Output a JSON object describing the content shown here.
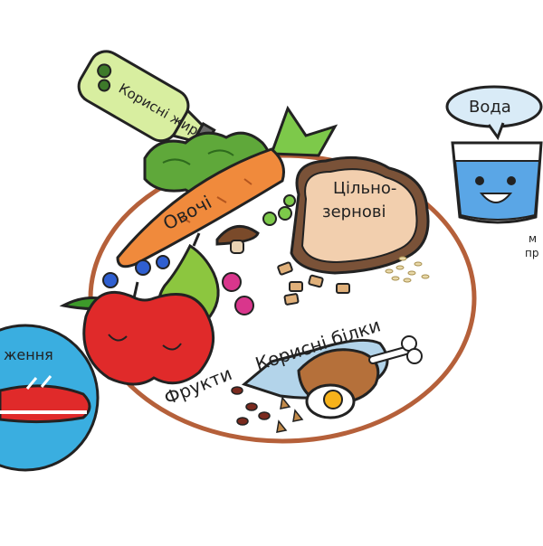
{
  "labels": {
    "healthy_fats": "Корисні жири",
    "vegetables": "Овочі",
    "whole_grains_line1": "Цільно-",
    "whole_grains_line2": "зернові",
    "fruits": "Фрукти",
    "healthy_proteins": "Корисні білки",
    "water": "Вода",
    "activity_fragment": "ження",
    "cut_fragment_1": "м",
    "cut_fragment_2": "пр"
  },
  "colors": {
    "outline": "#222222",
    "plate_rim": "#b5603a",
    "carrot": "#f08a3c",
    "leaf_green": "#5fa83a",
    "apple_red": "#e02a2a",
    "pear_green": "#8cc63f",
    "bread": "#f2cfae",
    "bread_crust": "#7a5238",
    "water_blue": "#5aa6e6",
    "bubble_fill": "#d9ebf7",
    "fish_blue": "#b3d4ea",
    "meat": "#b5703a",
    "berry_pink": "#d9368c",
    "blueberry": "#2f5fd0",
    "bottle": "#d8eea0",
    "activity_blue": "#3aaee0"
  }
}
